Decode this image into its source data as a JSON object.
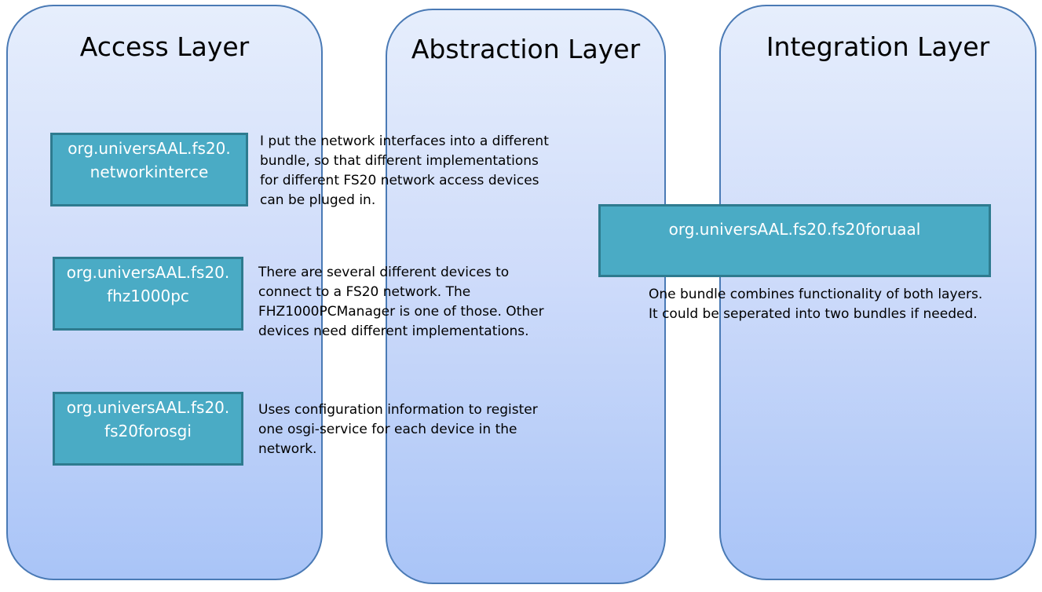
{
  "layers": {
    "access": {
      "title": "Access Layer"
    },
    "abstraction": {
      "title": "Abstraction Layer"
    },
    "integration": {
      "title": "Integration Layer"
    }
  },
  "bundles": {
    "networkinterce": {
      "line1": "org.universAAL.fs20.",
      "line2": "networkinterce"
    },
    "fhz1000pc": {
      "line1": "org.universAAL.fs20.",
      "line2": "fhz1000pc"
    },
    "fs20forosgi": {
      "line1": "org.universAAL.fs20.",
      "line2": "fs20forosgi"
    },
    "fs20foruaal": {
      "line1": "org.universAAL.fs20.fs20foruaal"
    }
  },
  "notes": {
    "networkinterce": "I put the network interfaces into a different\nbundle, so that different implementations\nfor different FS20 network access devices\ncan be pluged in.",
    "fhz1000pc": "There are several different devices to\nconnect to a FS20 network. The\nFHZ1000PCManager is one of those. Other\ndevices need different implementations.",
    "fs20forosgi": "Uses configuration information to register\none osgi-service for each device in the\nnetwork.",
    "fs20foruaal": "One bundle combines functionality of both layers.\nIt could be seperated into two bundles if needed."
  },
  "colors": {
    "layer_border": "#4a7ab5",
    "bundle_fill": "#4aabc5",
    "bundle_border": "#2e7b8f"
  }
}
